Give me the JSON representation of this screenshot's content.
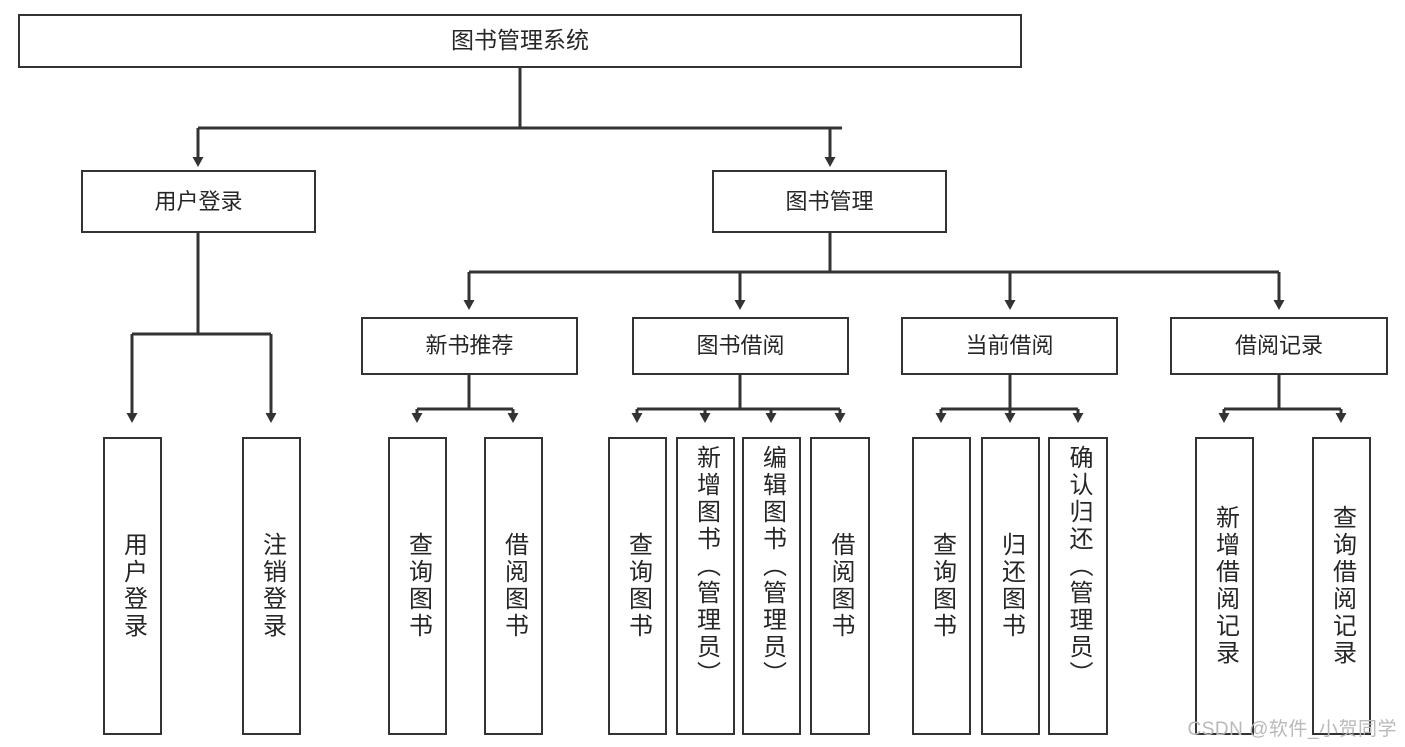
{
  "diagram": {
    "title": "图书管理系统",
    "type": "tree-hierarchy-chart",
    "root": {
      "label": "图书管理系统"
    },
    "level2": [
      {
        "label": "用户登录"
      },
      {
        "label": "图书管理"
      }
    ],
    "level3": [
      {
        "label": "新书推荐"
      },
      {
        "label": "图书借阅"
      },
      {
        "label": "当前借阅"
      },
      {
        "label": "借阅记录"
      }
    ],
    "leaves": {
      "user_login": [
        {
          "label": "用户登录"
        },
        {
          "label": "注销登录"
        }
      ],
      "new_book_recommend": [
        {
          "label": "查询图书"
        },
        {
          "label": "借阅图书"
        }
      ],
      "book_borrow": [
        {
          "label": "查询图书"
        },
        {
          "label": "新增图书（管理员）"
        },
        {
          "label": "编辑图书（管理员）"
        },
        {
          "label": "借阅图书"
        }
      ],
      "current_borrow": [
        {
          "label": "查询图书"
        },
        {
          "label": "归还图书"
        },
        {
          "label": "确认归还（管理员）"
        }
      ],
      "borrow_record": [
        {
          "label": "新增借阅记录"
        },
        {
          "label": "查询借阅记录"
        }
      ]
    }
  },
  "watermark": {
    "text": "CSDN @软件_小贺同学"
  },
  "colors": {
    "stroke": "#333333",
    "background": "#ffffff",
    "text": "#262626",
    "watermark": "#b9b9b9"
  }
}
